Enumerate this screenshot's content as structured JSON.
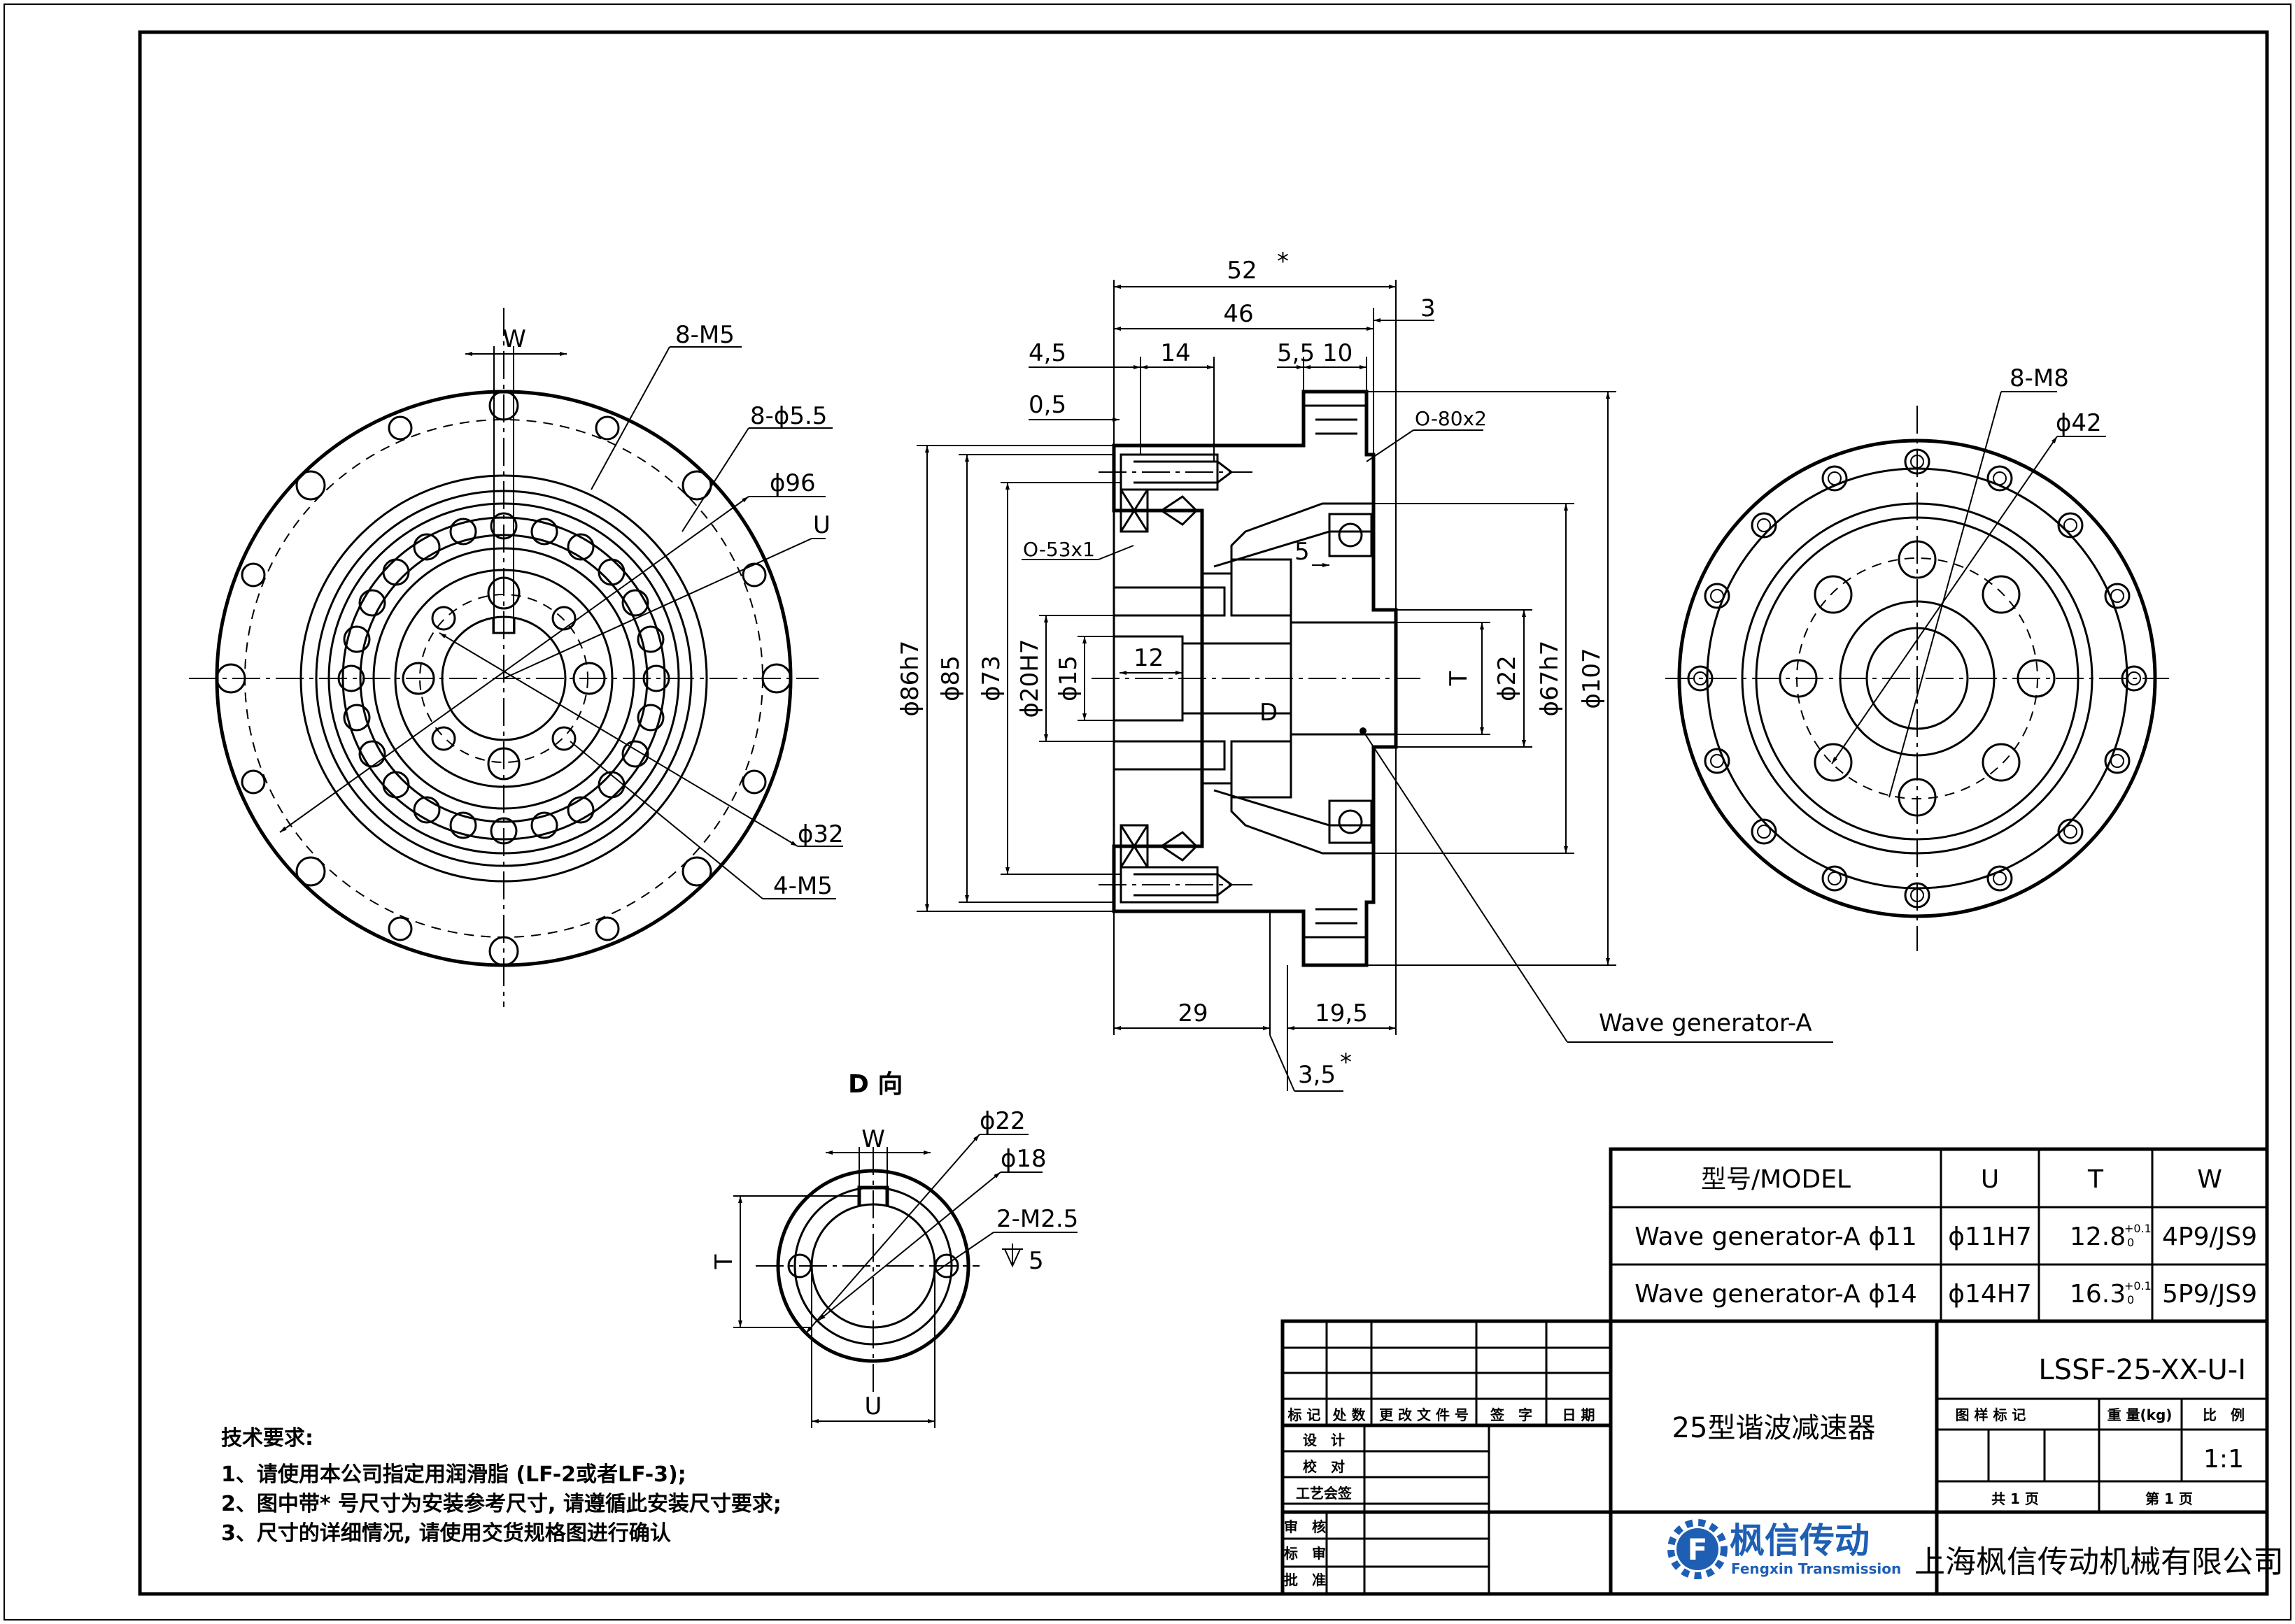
{
  "front_view": {
    "labels": {
      "w": "W",
      "m5": "8-M5",
      "hole55": "8-ϕ5.5",
      "d96": "ϕ96",
      "u": "U",
      "d32": "ϕ32",
      "m5b": "4-M5"
    }
  },
  "section_view": {
    "labels": {
      "d52": "52",
      "star": "*",
      "d46": "46",
      "d3": "3",
      "d45": "4,5",
      "d14": "14",
      "d55": "5,5",
      "d10": "10",
      "d05": "0,5",
      "oring80": "O-80x2",
      "oring53": "O-53x1",
      "d5": "5",
      "d12": "12",
      "dD": "D",
      "d86": "ϕ86h7",
      "d85": "ϕ85",
      "d73": "ϕ73",
      "d20": "ϕ20H7",
      "d15": "ϕ15",
      "dT": "T",
      "d22": "ϕ22",
      "d67": "ϕ67h7",
      "d107": "ϕ107",
      "d29": "29",
      "d195": "19,5",
      "d35": "3,5",
      "wg": "Wave generator-A"
    }
  },
  "back_view": {
    "labels": {
      "m8": "8-M8",
      "d42": "ϕ42"
    }
  },
  "d_view": {
    "labels": {
      "title": "D 向",
      "w": "W",
      "d22": "ϕ22",
      "d18": "ϕ18",
      "m25": "2-M2.5",
      "depth": "5",
      "t": "T",
      "u": "U"
    }
  },
  "notes": {
    "title": "技术要求:",
    "lines": [
      "1、请使用本公司指定用润滑脂 (LF-2或者LF-3);",
      "2、图中带* 号尺寸为安装参考尺寸, 请遵循此安装尺寸要求;",
      "3、尺寸的详细情况, 请使用交货规格图进行确认"
    ]
  },
  "model_table": {
    "headers": [
      "型号/MODEL",
      "U",
      "T",
      "W"
    ],
    "rows": [
      {
        "model": "Wave generator-A ϕ11",
        "u": "ϕ11H7",
        "t": "12.8",
        "t_tol_upper": "+0.1",
        "t_tol_lower": "0",
        "w": "4P9/JS9"
      },
      {
        "model": "Wave generator-A ϕ14",
        "u": "ϕ14H7",
        "t": "16.3",
        "t_tol_upper": "+0.1",
        "t_tol_lower": "0",
        "w": "5P9/JS9"
      }
    ]
  },
  "title_block": {
    "rev_headers": [
      "标 记",
      "处 数",
      "更 改 文 件 号",
      "签　字",
      "日 期"
    ],
    "roles": [
      "设　计",
      "校　对",
      "工艺会签",
      "审　核",
      "标　审",
      "批　准"
    ],
    "part_name": "25型谐波减速器",
    "drawing_no": "LSSF-25-XX-U-I",
    "col_labels": {
      "stage": "图 样 标 记",
      "weight": "重 量(kg)",
      "scale": "比　例"
    },
    "scale": "1:1",
    "sheets_total": "共 1 页",
    "sheet_no": "第 1 页",
    "logo_cn": "枫信传动",
    "logo_en": "Fengxin Transmission",
    "logo_glyph": "F",
    "company": "上海枫信传动机械有限公司"
  }
}
